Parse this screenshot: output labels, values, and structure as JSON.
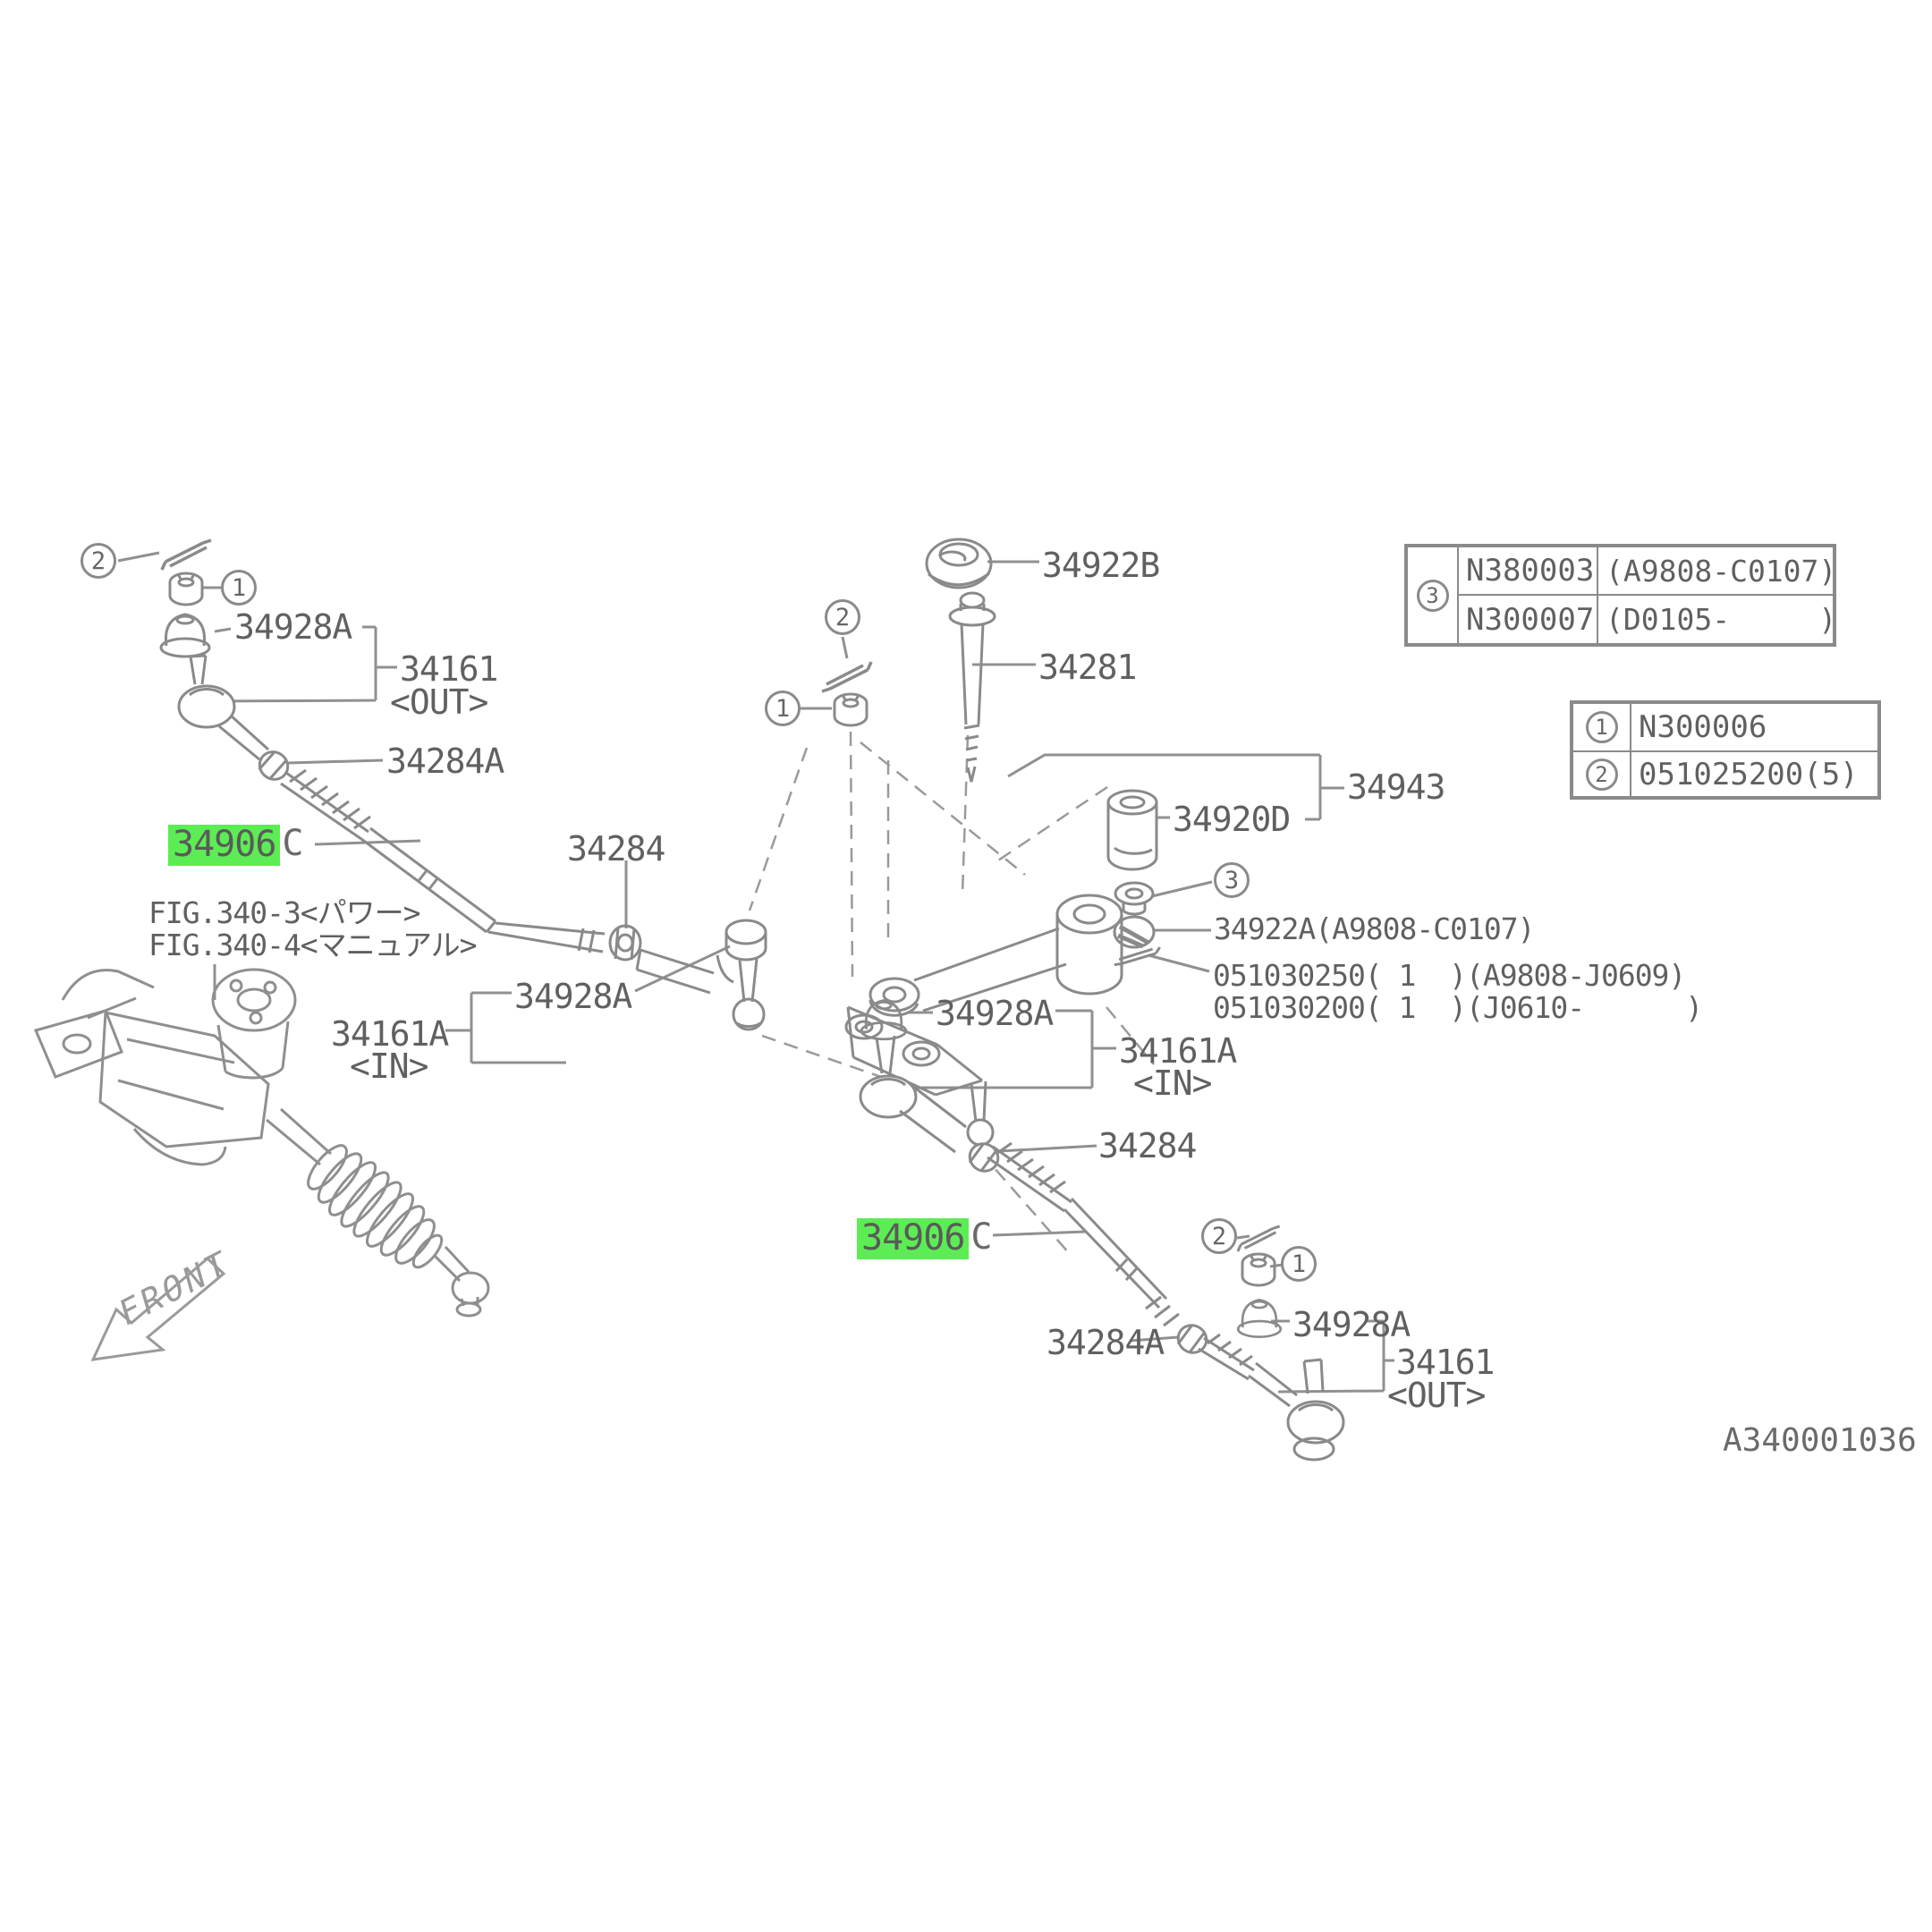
{
  "diagram": {
    "id_code": "A340001036",
    "front_label": "FRONT",
    "highlight_color": "#5ced54",
    "line_color": "#909090",
    "text_color": "#606060"
  },
  "callouts": {
    "out1_boot": "34928A",
    "out1_end": "34161",
    "out1_end_sub": "<OUT>",
    "out1_locknut": "34284A",
    "rod1": "34906",
    "rod1_suffix": "C",
    "fig_power": "FIG.340-3<パワー>",
    "fig_manual": "FIG.340-4<マニュアル>",
    "in1_end": "34161A",
    "in1_end_sub": "<IN>",
    "in1_boot": "34928A",
    "in1_nut": "34284",
    "idler_cap": "34922B",
    "idler_bolt": "34281",
    "idler_assy": "34943",
    "idler_bushing": "34920D",
    "idler_washer": "34922A(A9808-C0107)",
    "idler_pin_a": "051030250( 1  )(A9808-J0609)",
    "idler_pin_b": "051030200( 1  )(J0610-      )",
    "in2_boot": "34928A",
    "in2_end": "34161A",
    "in2_end_sub": "<IN>",
    "in2_nut": "34284",
    "rod2": "34906",
    "rod2_suffix": "C",
    "out2_locknut": "34284A",
    "out2_boot": "34928A",
    "out2_end": "34161",
    "out2_end_sub": "<OUT>"
  },
  "circles": {
    "c_out1_pin": "2",
    "c_out1_nut": "1",
    "c_idler_pin": "2",
    "c_idler_nut": "1",
    "c_washer": "3",
    "c_out2_pin": "2",
    "c_out2_nut": "1"
  },
  "tables": {
    "nut_table": {
      "marker": "3",
      "rows": [
        {
          "part": "N380003",
          "range": "(A9808-C0107)"
        },
        {
          "part": "N300007",
          "range": "(D0105-     )"
        }
      ]
    },
    "legend_table": {
      "rows": [
        {
          "marker": "1",
          "part": "N300006"
        },
        {
          "marker": "2",
          "part": "051025200(5)"
        }
      ]
    }
  }
}
